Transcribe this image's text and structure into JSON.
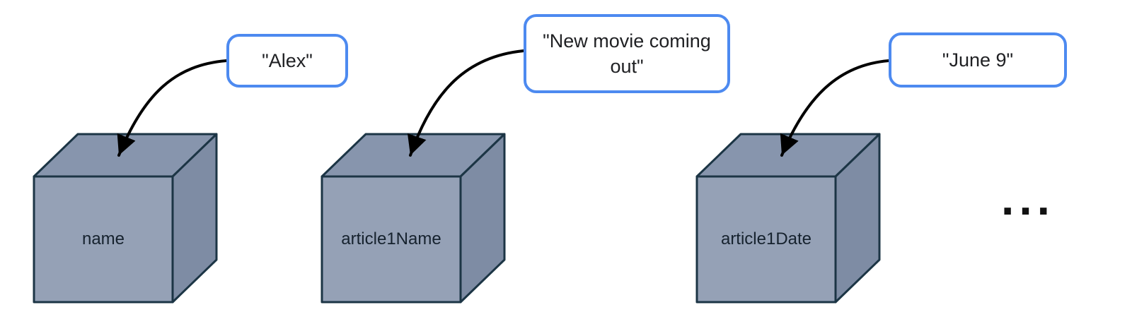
{
  "diagram": {
    "variables": [
      {
        "name": "name",
        "value": "\"Alex\""
      },
      {
        "name": "article1Name",
        "value": "\"New movie coming out\""
      },
      {
        "name": "article1Date",
        "value": "\"June 9\""
      }
    ],
    "more_indicator": "...",
    "colors": {
      "callout_border": "#4d8af0",
      "cube_front": "#95a1b6",
      "cube_top": "#8795ad",
      "cube_right": "#7e8ca4",
      "cube_outline": "#1c3545",
      "arrow": "#000000"
    }
  }
}
